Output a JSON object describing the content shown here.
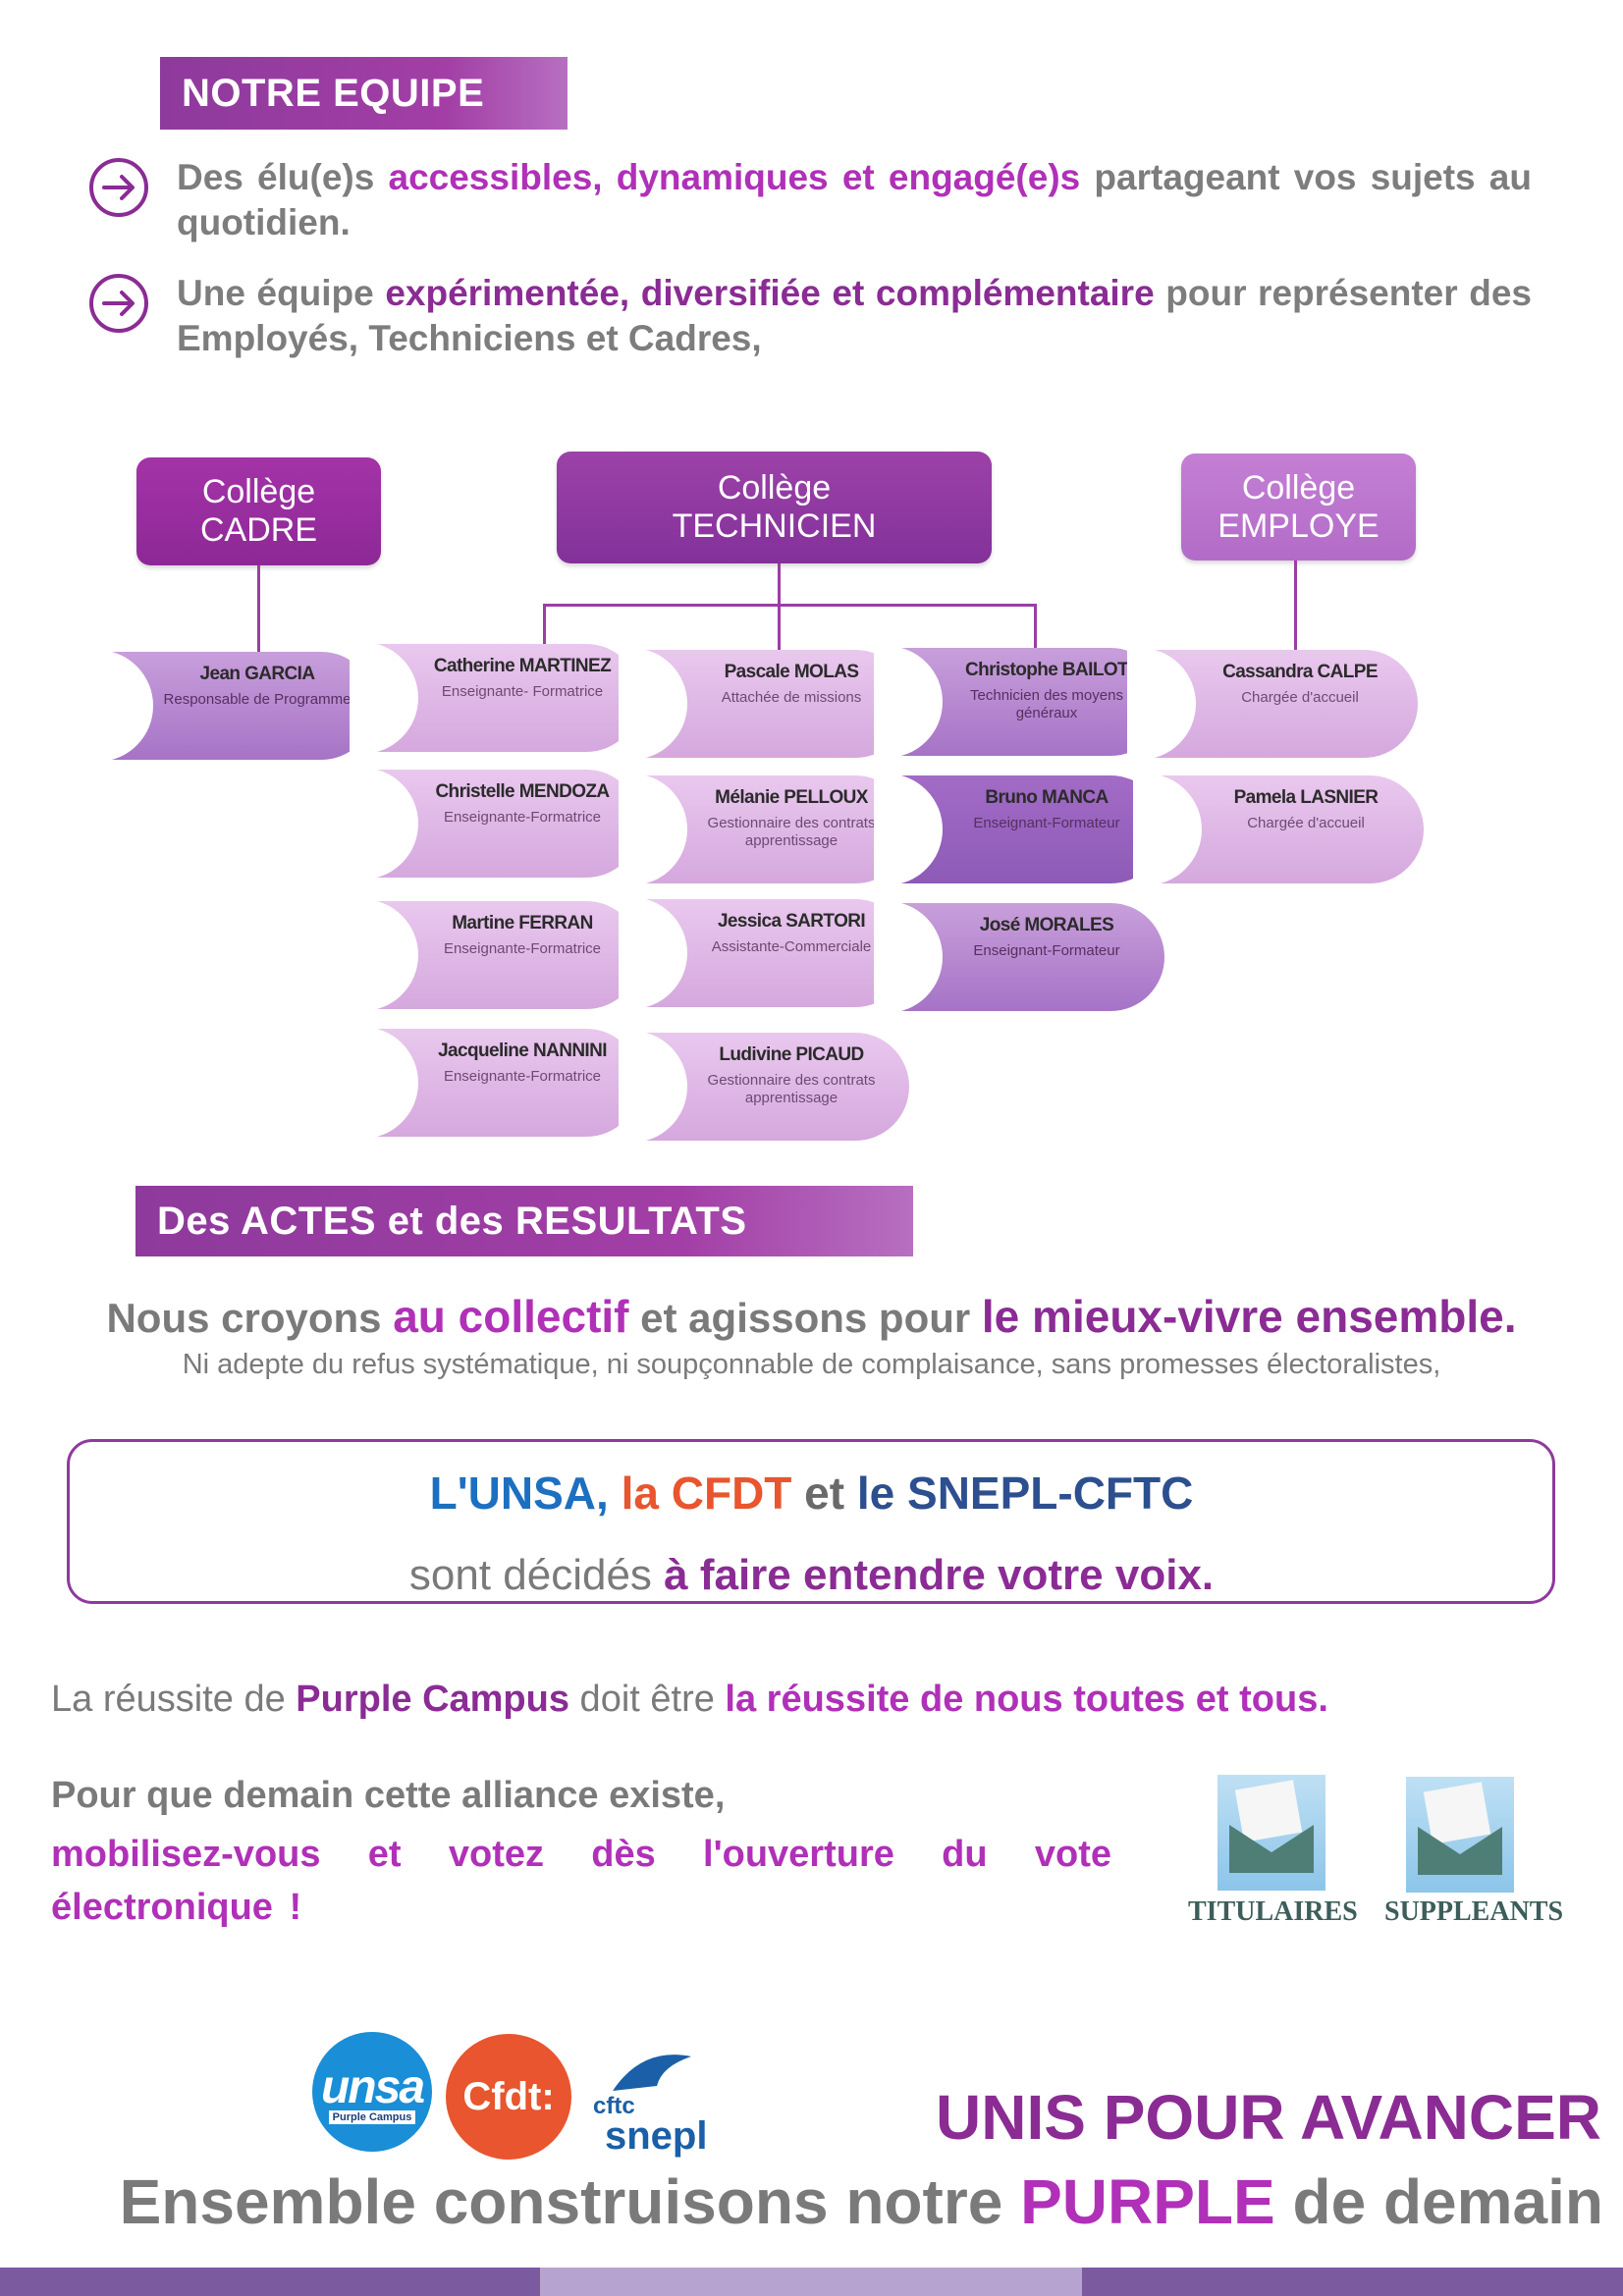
{
  "sections": {
    "team_title": "NOTRE EQUIPE",
    "results_title": "Des ACTES et des RESULTATS"
  },
  "bullets": [
    {
      "pre": "Des élu(e)s ",
      "hl": "accessibles, dynamiques et engagé(e)s",
      "post": " partageant vos sujets au quotidien."
    },
    {
      "pre": "Une équipe ",
      "hl": "expérimentée, diversifiée et complémentaire",
      "post": " pour représenter des Employés, Techniciens et Cadres,"
    }
  ],
  "colleges": {
    "cadre": {
      "l1": "Collège",
      "l2": "CADRE"
    },
    "technicien": {
      "l1": "Collège",
      "l2": "TECHNICIEN"
    },
    "employe": {
      "l1": "Collège",
      "l2": "EMPLOYE"
    }
  },
  "members": {
    "garcia": {
      "name": "Jean GARCIA",
      "role": "Responsable de Programme"
    },
    "martinez": {
      "name": "Catherine MARTINEZ",
      "role": "Enseignante- Formatrice"
    },
    "molas": {
      "name": "Pascale MOLAS",
      "role": "Attachée de missions"
    },
    "bailot": {
      "name": "Christophe BAILOT",
      "role": "Technicien des moyens généraux"
    },
    "calpe": {
      "name": "Cassandra CALPE",
      "role": "Chargée d'accueil"
    },
    "mendoza": {
      "name": "Christelle MENDOZA",
      "role": "Enseignante-Formatrice"
    },
    "pelloux": {
      "name": "Mélanie PELLOUX",
      "role": "Gestionnaire des contrats apprentissage"
    },
    "manca": {
      "name": "Bruno MANCA",
      "role": "Enseignant-Formateur"
    },
    "lasnier": {
      "name": "Pamela LASNIER",
      "role": "Chargée d'accueil"
    },
    "ferran": {
      "name": "Martine FERRAN",
      "role": "Enseignante-Formatrice"
    },
    "sartori": {
      "name": "Jessica SARTORI",
      "role": "Assistante-Commerciale"
    },
    "morales": {
      "name": "José MORALES",
      "role": "Enseignant-Formateur"
    },
    "nannini": {
      "name": "Jacqueline NANNINI",
      "role": "Enseignante-Formatrice"
    },
    "picaud": {
      "name": "Ludivine PICAUD",
      "role": "Gestionnaire des contrats apprentissage"
    }
  },
  "belief": {
    "p1": "Nous croyons ",
    "h1": "au collectif",
    "p2": " et agissons pour ",
    "h2": "le mieux-vivre ensemble.",
    "sub": "Ni adepte du refus systématique, ni soupçonnable de complaisance, sans promesses électoralistes,"
  },
  "alliance": {
    "unsa": "L'UNSA,",
    "la": " la ",
    "cfdt": "CFDT",
    "et": " et ",
    "le": "le ",
    "snepl": "SNEPL-CFTC",
    "decides": "sont décidés ",
    "voice": " à faire entendre votre voix."
  },
  "success": {
    "p1": "La réussite de ",
    "h1": "Purple Campus",
    "p2": " doit être ",
    "h2": "la  réussite de nous toutes et tous."
  },
  "call": {
    "l1": "Pour que demain cette alliance existe,",
    "l2": "mobilisez-vous et votez dès l'ouverture du vote électronique !"
  },
  "envelopes": {
    "titulaires": "TITULAIRES",
    "suppleants": "SUPPLEANTS"
  },
  "logos": {
    "unsa": "unsa",
    "unsa_sub": "Purple Campus",
    "cfdt": "Cfdt:",
    "cftc": "cftc",
    "snepl": "snepl"
  },
  "footer": {
    "slogan": "UNIS POUR AVANCER",
    "p1": "Ensemble construisons notre ",
    "h1": "PURPLE",
    "p2": " de demain"
  },
  "colors": {
    "purple": "#8a2c94",
    "magenta": "#b030b8",
    "grey": "#7a7a7a"
  }
}
